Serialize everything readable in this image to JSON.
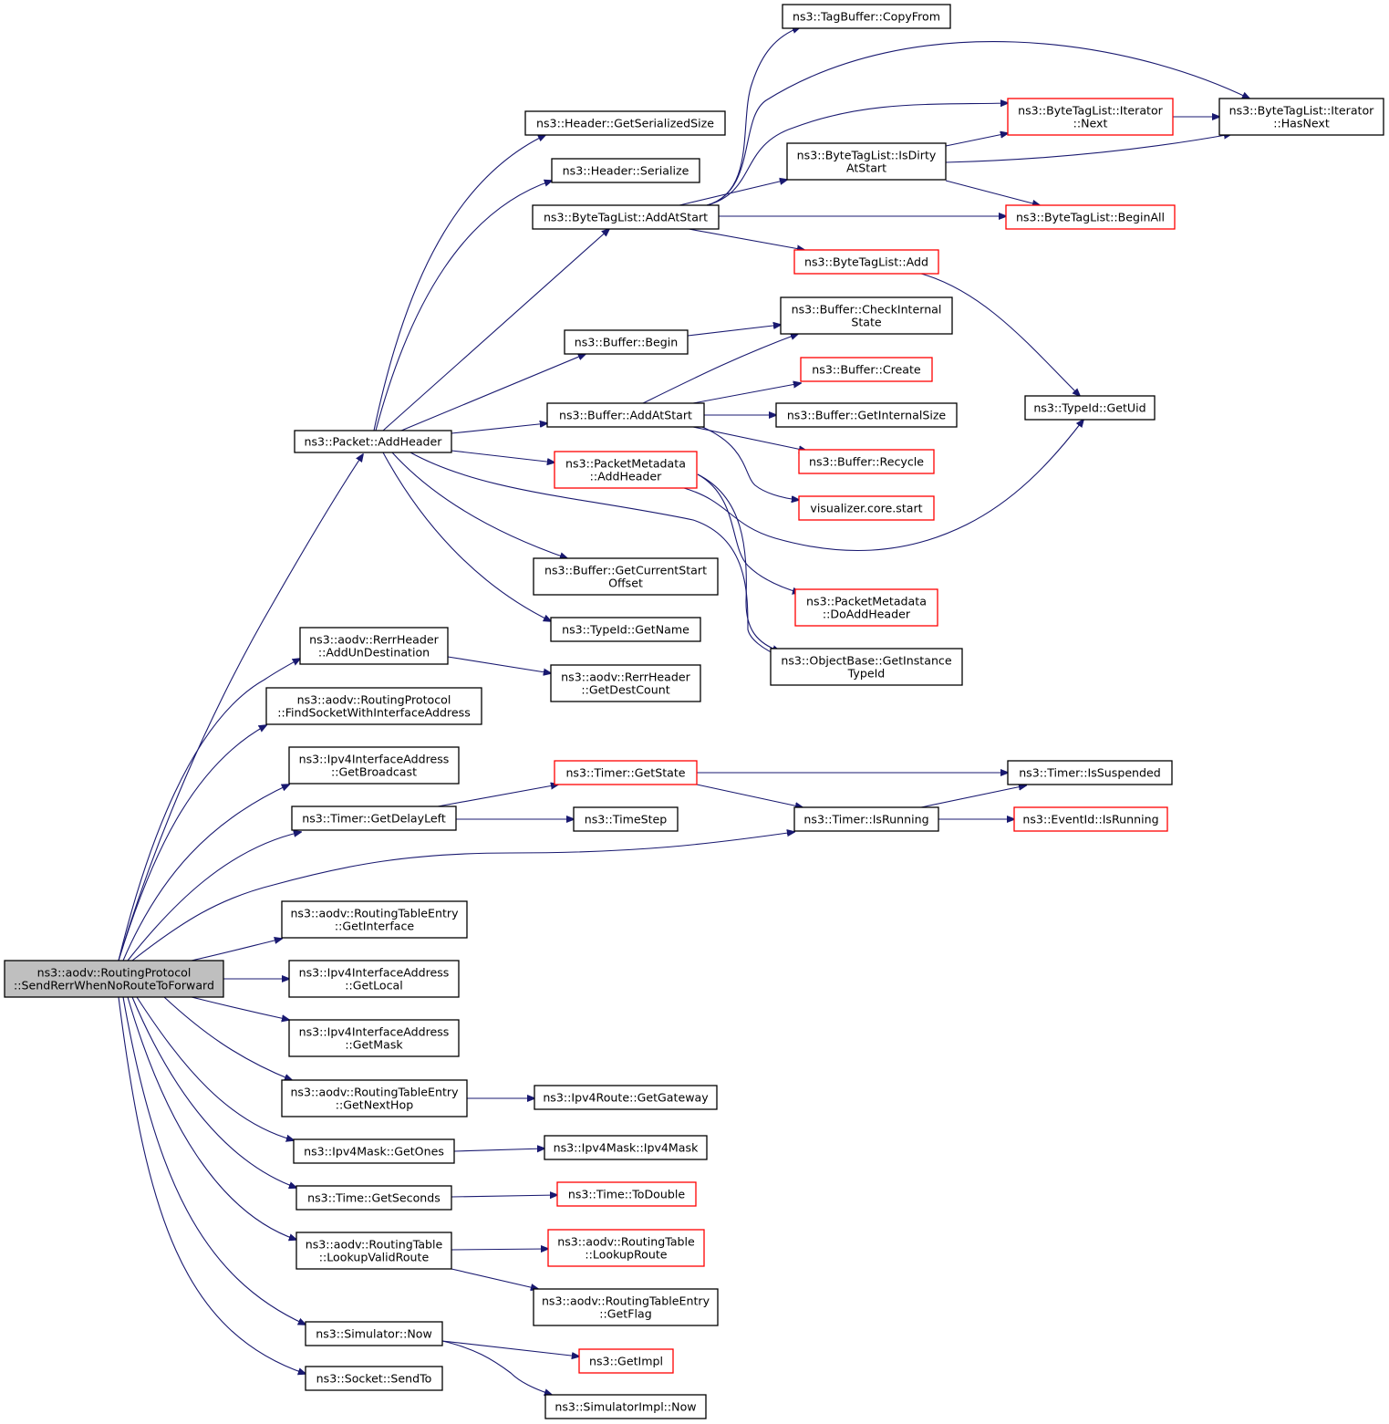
{
  "colors": {
    "edge": "#191970",
    "root_fill": "#bfbfbf",
    "node_border": "#000000",
    "external_node_border": "#ff0000",
    "node_fill": "#ffffff"
  },
  "nodes": [
    {
      "id": "root",
      "lines": [
        "ns3::aodv::RoutingProtocol",
        "::SendRerrWhenNoRouteToForward"
      ],
      "style": "root"
    },
    {
      "id": "addheader",
      "lines": [
        "ns3::Packet::AddHeader"
      ],
      "style": "normal"
    },
    {
      "id": "rerr_adddest",
      "lines": [
        "ns3::aodv::RerrHeader",
        "::AddUnDestination"
      ],
      "style": "normal"
    },
    {
      "id": "findsocket",
      "lines": [
        "ns3::aodv::RoutingProtocol",
        "::FindSocketWithInterfaceAddress"
      ],
      "style": "normal"
    },
    {
      "id": "getbroadcast",
      "lines": [
        "ns3::Ipv4InterfaceAddress",
        "::GetBroadcast"
      ],
      "style": "normal"
    },
    {
      "id": "getdelayleft",
      "lines": [
        "ns3::Timer::GetDelayLeft"
      ],
      "style": "normal"
    },
    {
      "id": "rte_getinterface",
      "lines": [
        "ns3::aodv::RoutingTableEntry",
        "::GetInterface"
      ],
      "style": "normal"
    },
    {
      "id": "getlocal",
      "lines": [
        "ns3::Ipv4InterfaceAddress",
        "::GetLocal"
      ],
      "style": "normal"
    },
    {
      "id": "getmask",
      "lines": [
        "ns3::Ipv4InterfaceAddress",
        "::GetMask"
      ],
      "style": "normal"
    },
    {
      "id": "rte_getnexthop",
      "lines": [
        "ns3::aodv::RoutingTableEntry",
        "::GetNextHop"
      ],
      "style": "normal"
    },
    {
      "id": "getones",
      "lines": [
        "ns3::Ipv4Mask::GetOnes"
      ],
      "style": "normal"
    },
    {
      "id": "getseconds",
      "lines": [
        "ns3::Time::GetSeconds"
      ],
      "style": "normal"
    },
    {
      "id": "lookupvalid",
      "lines": [
        "ns3::aodv::RoutingTable",
        "::LookupValidRoute"
      ],
      "style": "normal"
    },
    {
      "id": "simnow",
      "lines": [
        "ns3::Simulator::Now"
      ],
      "style": "normal"
    },
    {
      "id": "sendto",
      "lines": [
        "ns3::Socket::SendTo"
      ],
      "style": "normal"
    },
    {
      "id": "hdr_getsersize",
      "lines": [
        "ns3::Header::GetSerializedSize"
      ],
      "style": "normal"
    },
    {
      "id": "hdr_serialize",
      "lines": [
        "ns3::Header::Serialize"
      ],
      "style": "normal"
    },
    {
      "id": "btl_addatstart",
      "lines": [
        "ns3::ByteTagList::AddAtStart"
      ],
      "style": "normal"
    },
    {
      "id": "buf_begin",
      "lines": [
        "ns3::Buffer::Begin"
      ],
      "style": "normal"
    },
    {
      "id": "buf_addatstart",
      "lines": [
        "ns3::Buffer::AddAtStart"
      ],
      "style": "normal"
    },
    {
      "id": "pm_addheader",
      "lines": [
        "ns3::PacketMetadata",
        "::AddHeader"
      ],
      "style": "external"
    },
    {
      "id": "buf_getcurstart",
      "lines": [
        "ns3::Buffer::GetCurrentStart",
        "Offset"
      ],
      "style": "normal"
    },
    {
      "id": "typeid_getname",
      "lines": [
        "ns3::TypeId::GetName"
      ],
      "style": "normal"
    },
    {
      "id": "rerr_getdestcount",
      "lines": [
        "ns3::aodv::RerrHeader",
        "::GetDestCount"
      ],
      "style": "normal"
    },
    {
      "id": "timer_getstate",
      "lines": [
        "ns3::Timer::GetState"
      ],
      "style": "external"
    },
    {
      "id": "timestep",
      "lines": [
        "ns3::TimeStep"
      ],
      "style": "normal"
    },
    {
      "id": "ipv4route_getgw",
      "lines": [
        "ns3::Ipv4Route::GetGateway"
      ],
      "style": "normal"
    },
    {
      "id": "ipv4mask_ctor",
      "lines": [
        "ns3::Ipv4Mask::Ipv4Mask"
      ],
      "style": "normal"
    },
    {
      "id": "time_todouble",
      "lines": [
        "ns3::Time::ToDouble"
      ],
      "style": "external"
    },
    {
      "id": "rt_lookuproute",
      "lines": [
        "ns3::aodv::RoutingTable",
        "::LookupRoute"
      ],
      "style": "external"
    },
    {
      "id": "rte_getflag",
      "lines": [
        "ns3::aodv::RoutingTableEntry",
        "::GetFlag"
      ],
      "style": "normal"
    },
    {
      "id": "getimpl",
      "lines": [
        "ns3::GetImpl"
      ],
      "style": "external"
    },
    {
      "id": "simimpl_now",
      "lines": [
        "ns3::SimulatorImpl::Now"
      ],
      "style": "normal"
    },
    {
      "id": "tagbuf_copyfrom",
      "lines": [
        "ns3::TagBuffer::CopyFrom"
      ],
      "style": "normal"
    },
    {
      "id": "btl_isdirty",
      "lines": [
        "ns3::ByteTagList::IsDirty",
        "AtStart"
      ],
      "style": "normal"
    },
    {
      "id": "btl_add",
      "lines": [
        "ns3::ByteTagList::Add"
      ],
      "style": "external"
    },
    {
      "id": "buf_checkinternal",
      "lines": [
        "ns3::Buffer::CheckInternal",
        "State"
      ],
      "style": "normal"
    },
    {
      "id": "buf_create",
      "lines": [
        "ns3::Buffer::Create"
      ],
      "style": "external"
    },
    {
      "id": "buf_getinternalsize",
      "lines": [
        "ns3::Buffer::GetInternalSize"
      ],
      "style": "normal"
    },
    {
      "id": "buf_recycle",
      "lines": [
        "ns3::Buffer::Recycle"
      ],
      "style": "external"
    },
    {
      "id": "vis_start",
      "lines": [
        "visualizer.core.start"
      ],
      "style": "external"
    },
    {
      "id": "pm_doaddheader",
      "lines": [
        "ns3::PacketMetadata",
        "::DoAddHeader"
      ],
      "style": "external"
    },
    {
      "id": "objbase_getinstance",
      "lines": [
        "ns3::ObjectBase::GetInstance",
        "TypeId"
      ],
      "style": "normal"
    },
    {
      "id": "timer_isrunning",
      "lines": [
        "ns3::Timer::IsRunning"
      ],
      "style": "normal"
    },
    {
      "id": "btl_iter_next",
      "lines": [
        "ns3::ByteTagList::Iterator",
        "::Next"
      ],
      "style": "external"
    },
    {
      "id": "btl_beginall",
      "lines": [
        "ns3::ByteTagList::BeginAll"
      ],
      "style": "external"
    },
    {
      "id": "typeid_getuid",
      "lines": [
        "ns3::TypeId::GetUid"
      ],
      "style": "normal"
    },
    {
      "id": "timer_issuspended",
      "lines": [
        "ns3::Timer::IsSuspended"
      ],
      "style": "normal"
    },
    {
      "id": "eventid_isrunning",
      "lines": [
        "ns3::EventId::IsRunning"
      ],
      "style": "external"
    },
    {
      "id": "btl_iter_hasnext",
      "lines": [
        "ns3::ByteTagList::Iterator",
        "::HasNext"
      ],
      "style": "normal"
    }
  ],
  "edges": [
    [
      "root",
      "addheader"
    ],
    [
      "root",
      "rerr_adddest"
    ],
    [
      "root",
      "findsocket"
    ],
    [
      "root",
      "getbroadcast"
    ],
    [
      "root",
      "getdelayleft"
    ],
    [
      "root",
      "timer_isrunning"
    ],
    [
      "root",
      "rte_getinterface"
    ],
    [
      "root",
      "getlocal"
    ],
    [
      "root",
      "getmask"
    ],
    [
      "root",
      "rte_getnexthop"
    ],
    [
      "root",
      "getones"
    ],
    [
      "root",
      "getseconds"
    ],
    [
      "root",
      "lookupvalid"
    ],
    [
      "root",
      "simnow"
    ],
    [
      "root",
      "sendto"
    ],
    [
      "addheader",
      "hdr_getsersize"
    ],
    [
      "addheader",
      "hdr_serialize"
    ],
    [
      "addheader",
      "btl_addatstart"
    ],
    [
      "addheader",
      "buf_begin"
    ],
    [
      "addheader",
      "buf_addatstart"
    ],
    [
      "addheader",
      "pm_addheader"
    ],
    [
      "addheader",
      "buf_getcurstart"
    ],
    [
      "addheader",
      "typeid_getname"
    ],
    [
      "addheader",
      "objbase_getinstance"
    ],
    [
      "rerr_adddest",
      "rerr_getdestcount"
    ],
    [
      "getdelayleft",
      "timer_getstate"
    ],
    [
      "getdelayleft",
      "timestep"
    ],
    [
      "rte_getnexthop",
      "ipv4route_getgw"
    ],
    [
      "getones",
      "ipv4mask_ctor"
    ],
    [
      "getseconds",
      "time_todouble"
    ],
    [
      "lookupvalid",
      "rt_lookuproute"
    ],
    [
      "lookupvalid",
      "rte_getflag"
    ],
    [
      "simnow",
      "getimpl"
    ],
    [
      "simnow",
      "simimpl_now"
    ],
    [
      "btl_addatstart",
      "tagbuf_copyfrom"
    ],
    [
      "btl_addatstart",
      "btl_iter_hasnext"
    ],
    [
      "btl_addatstart",
      "btl_iter_next"
    ],
    [
      "btl_addatstart",
      "btl_isdirty"
    ],
    [
      "btl_addatstart",
      "btl_beginall"
    ],
    [
      "btl_addatstart",
      "btl_add"
    ],
    [
      "btl_isdirty",
      "btl_iter_next"
    ],
    [
      "btl_isdirty",
      "btl_iter_hasnext"
    ],
    [
      "btl_isdirty",
      "btl_beginall"
    ],
    [
      "btl_iter_next",
      "btl_iter_hasnext"
    ],
    [
      "btl_add",
      "typeid_getuid"
    ],
    [
      "buf_begin",
      "buf_checkinternal"
    ],
    [
      "buf_addatstart",
      "buf_checkinternal"
    ],
    [
      "buf_addatstart",
      "buf_create"
    ],
    [
      "buf_addatstart",
      "buf_getinternalsize"
    ],
    [
      "buf_addatstart",
      "buf_recycle"
    ],
    [
      "buf_addatstart",
      "vis_start"
    ],
    [
      "pm_addheader",
      "typeid_getuid"
    ],
    [
      "pm_addheader",
      "pm_doaddheader"
    ],
    [
      "pm_addheader",
      "objbase_getinstance"
    ],
    [
      "timer_getstate",
      "timer_issuspended"
    ],
    [
      "timer_getstate",
      "timer_isrunning"
    ],
    [
      "timer_isrunning",
      "timer_issuspended"
    ],
    [
      "timer_isrunning",
      "eventid_isrunning"
    ]
  ]
}
